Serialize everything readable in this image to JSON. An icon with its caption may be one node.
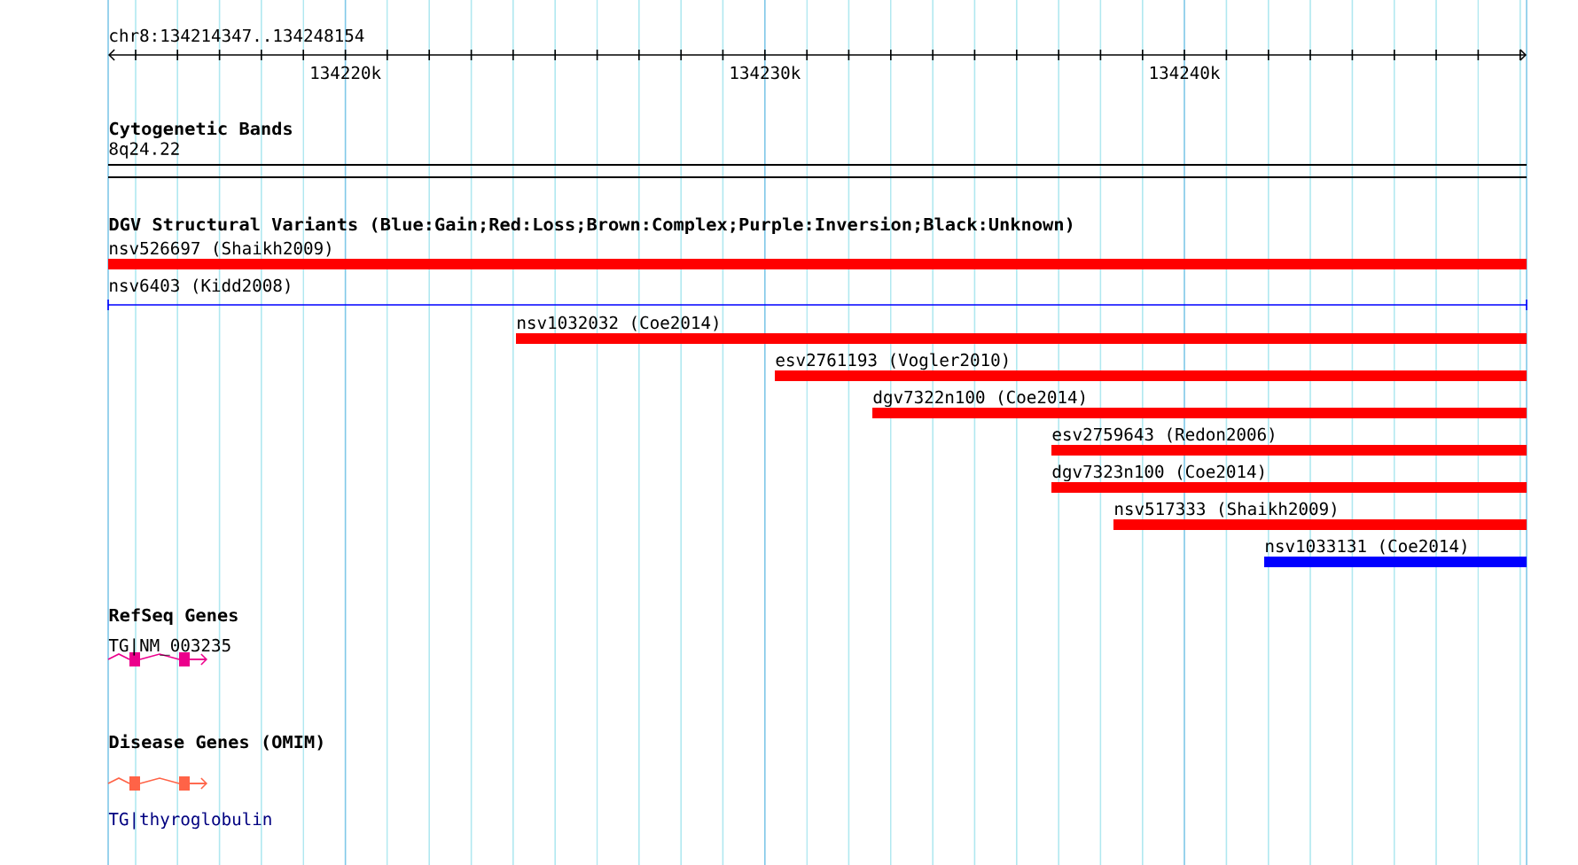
{
  "diagram": {
    "nodes": [
      {
        "text": [
          "8q24.22"
        ]
      },
      {
        "text": [
          "nsv526697 (Shaikh2009)"
        ]
      },
      {
        "text": [
          "nsv6403 (Kidd2008)"
        ]
      },
      {
        "text": [
          "nsv1032032 (Coe2014)"
        ]
      },
      {
        "text": [
          "esv2761193 (Vogler2010)"
        ]
      },
      {
        "text": [
          "dgv7322n100 (Coe2014)"
        ]
      },
      {
        "text": [
          "esv2759643 (Redon2006)"
        ]
      },
      {
        "text": [
          "dgv7323n100 (Coe2014)"
        ]
      },
      {
        "text": [
          "nsv517333 (Shaikh2009)"
        ]
      },
      {
        "text": [
          "nsv1033131 (Coe2014)"
        ]
      },
      {
        "text": [
          "TG|NM_003235"
        ]
      },
      {
        "text": [
          "TG|thyroglobulin"
        ]
      }
    ],
    "labels": [
      "chr8:134214347..134248154",
      "134220k",
      "134230k",
      "134240k",
      "Cytogenetic Bands",
      "DGV Structural Variants (Blue:Gain;Red:Loss;Brown:Complex;Purple:Inversion;Black:Unknown)",
      "RefSeq Genes",
      "Disease Genes (OMIM)"
    ]
  }
}
